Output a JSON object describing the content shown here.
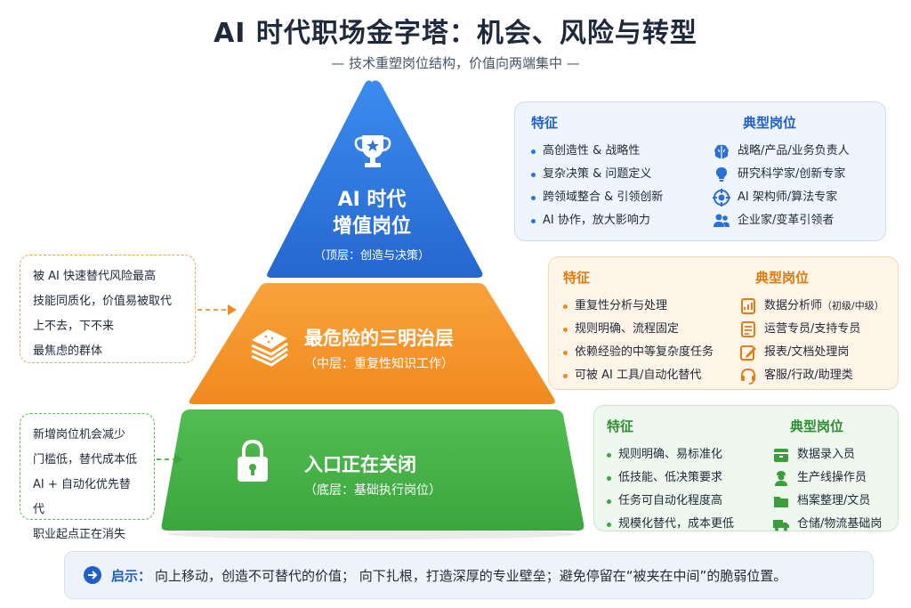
{
  "title": "AI 时代职场金字塔：机会、风险与转型",
  "subtitle": "— 技术重塑岗位结构，价值向两端集中 —",
  "colors": {
    "top": "#2f7be0",
    "middle": "#f5952e",
    "bottom": "#47b24a",
    "accent": "#1e5fc8"
  },
  "pyramid": {
    "top": {
      "title_line1": "AI 时代",
      "title_line2": "增值岗位",
      "subtitle": "（顶层：创造与决策）",
      "icon": "trophy-icon"
    },
    "middle": {
      "title": "最危险的三明治层",
      "subtitle": "（中层：重复性知识工作）",
      "icon": "sandwich-icon"
    },
    "bottom": {
      "title": "入口正在关闭",
      "subtitle": "（底层：基础执行岗位）",
      "icon": "lock-icon"
    }
  },
  "info_top": {
    "features_header": "特征",
    "features": [
      "高创造性 & 战略性",
      "复杂决策 & 问题定义",
      "跨领域整合 & 引领创新",
      "AI 协作，放大影响力"
    ],
    "roles_header": "典型岗位",
    "roles": [
      {
        "icon": "brain-icon",
        "label": "战略/产品/业务负责人"
      },
      {
        "icon": "lightbulb-icon",
        "label": "研究科学家/创新专家"
      },
      {
        "icon": "target-icon",
        "label": "AI 架构师/算法专家"
      },
      {
        "icon": "users-icon",
        "label": "企业家/变革引领者"
      }
    ]
  },
  "info_mid": {
    "features_header": "特征",
    "features": [
      "重复性分析与处理",
      "规则明确、流程固定",
      "依赖经验的中等复杂度任务",
      "可被 AI 工具/自动化替代"
    ],
    "roles_header": "典型岗位",
    "roles": [
      {
        "icon": "report-icon",
        "label": "数据分析师",
        "note": "（初级/中级）"
      },
      {
        "icon": "checklist-icon",
        "label": "运营专员/支持专员"
      },
      {
        "icon": "edit-icon",
        "label": "报表/文档处理岗"
      },
      {
        "icon": "headset-icon",
        "label": "客服/行政/助理类"
      }
    ]
  },
  "info_bot": {
    "features_header": "特征",
    "features": [
      "规则明确、易标准化",
      "低技能、低决策要求",
      "任务可自动化程度高",
      "规模化替代，成本更低"
    ],
    "roles_header": "典型岗位",
    "roles": [
      {
        "icon": "database-icon",
        "label": "数据录入员"
      },
      {
        "icon": "worker-icon",
        "label": "生产线操作员"
      },
      {
        "icon": "folder-icon",
        "label": "档案整理/文员"
      },
      {
        "icon": "truck-icon",
        "label": "仓储/物流基础岗"
      }
    ]
  },
  "note_mid": [
    "被 AI 快速替代风险最高",
    "技能同质化，价值易被取代",
    "上不去，下不来",
    "最焦虑的群体"
  ],
  "note_bot": [
    "新增岗位机会减少",
    "门槛低，替代成本低",
    "AI + 自动化优先替代",
    "职业起点正在消失"
  ],
  "insight": {
    "label": "启示：",
    "text": "向上移动，创造不可替代的价值；  向下扎根，打造深厚的专业壁垒；避免停留在“被夹在中间”的脆弱位置。",
    "icon": "arrow-right-icon"
  }
}
